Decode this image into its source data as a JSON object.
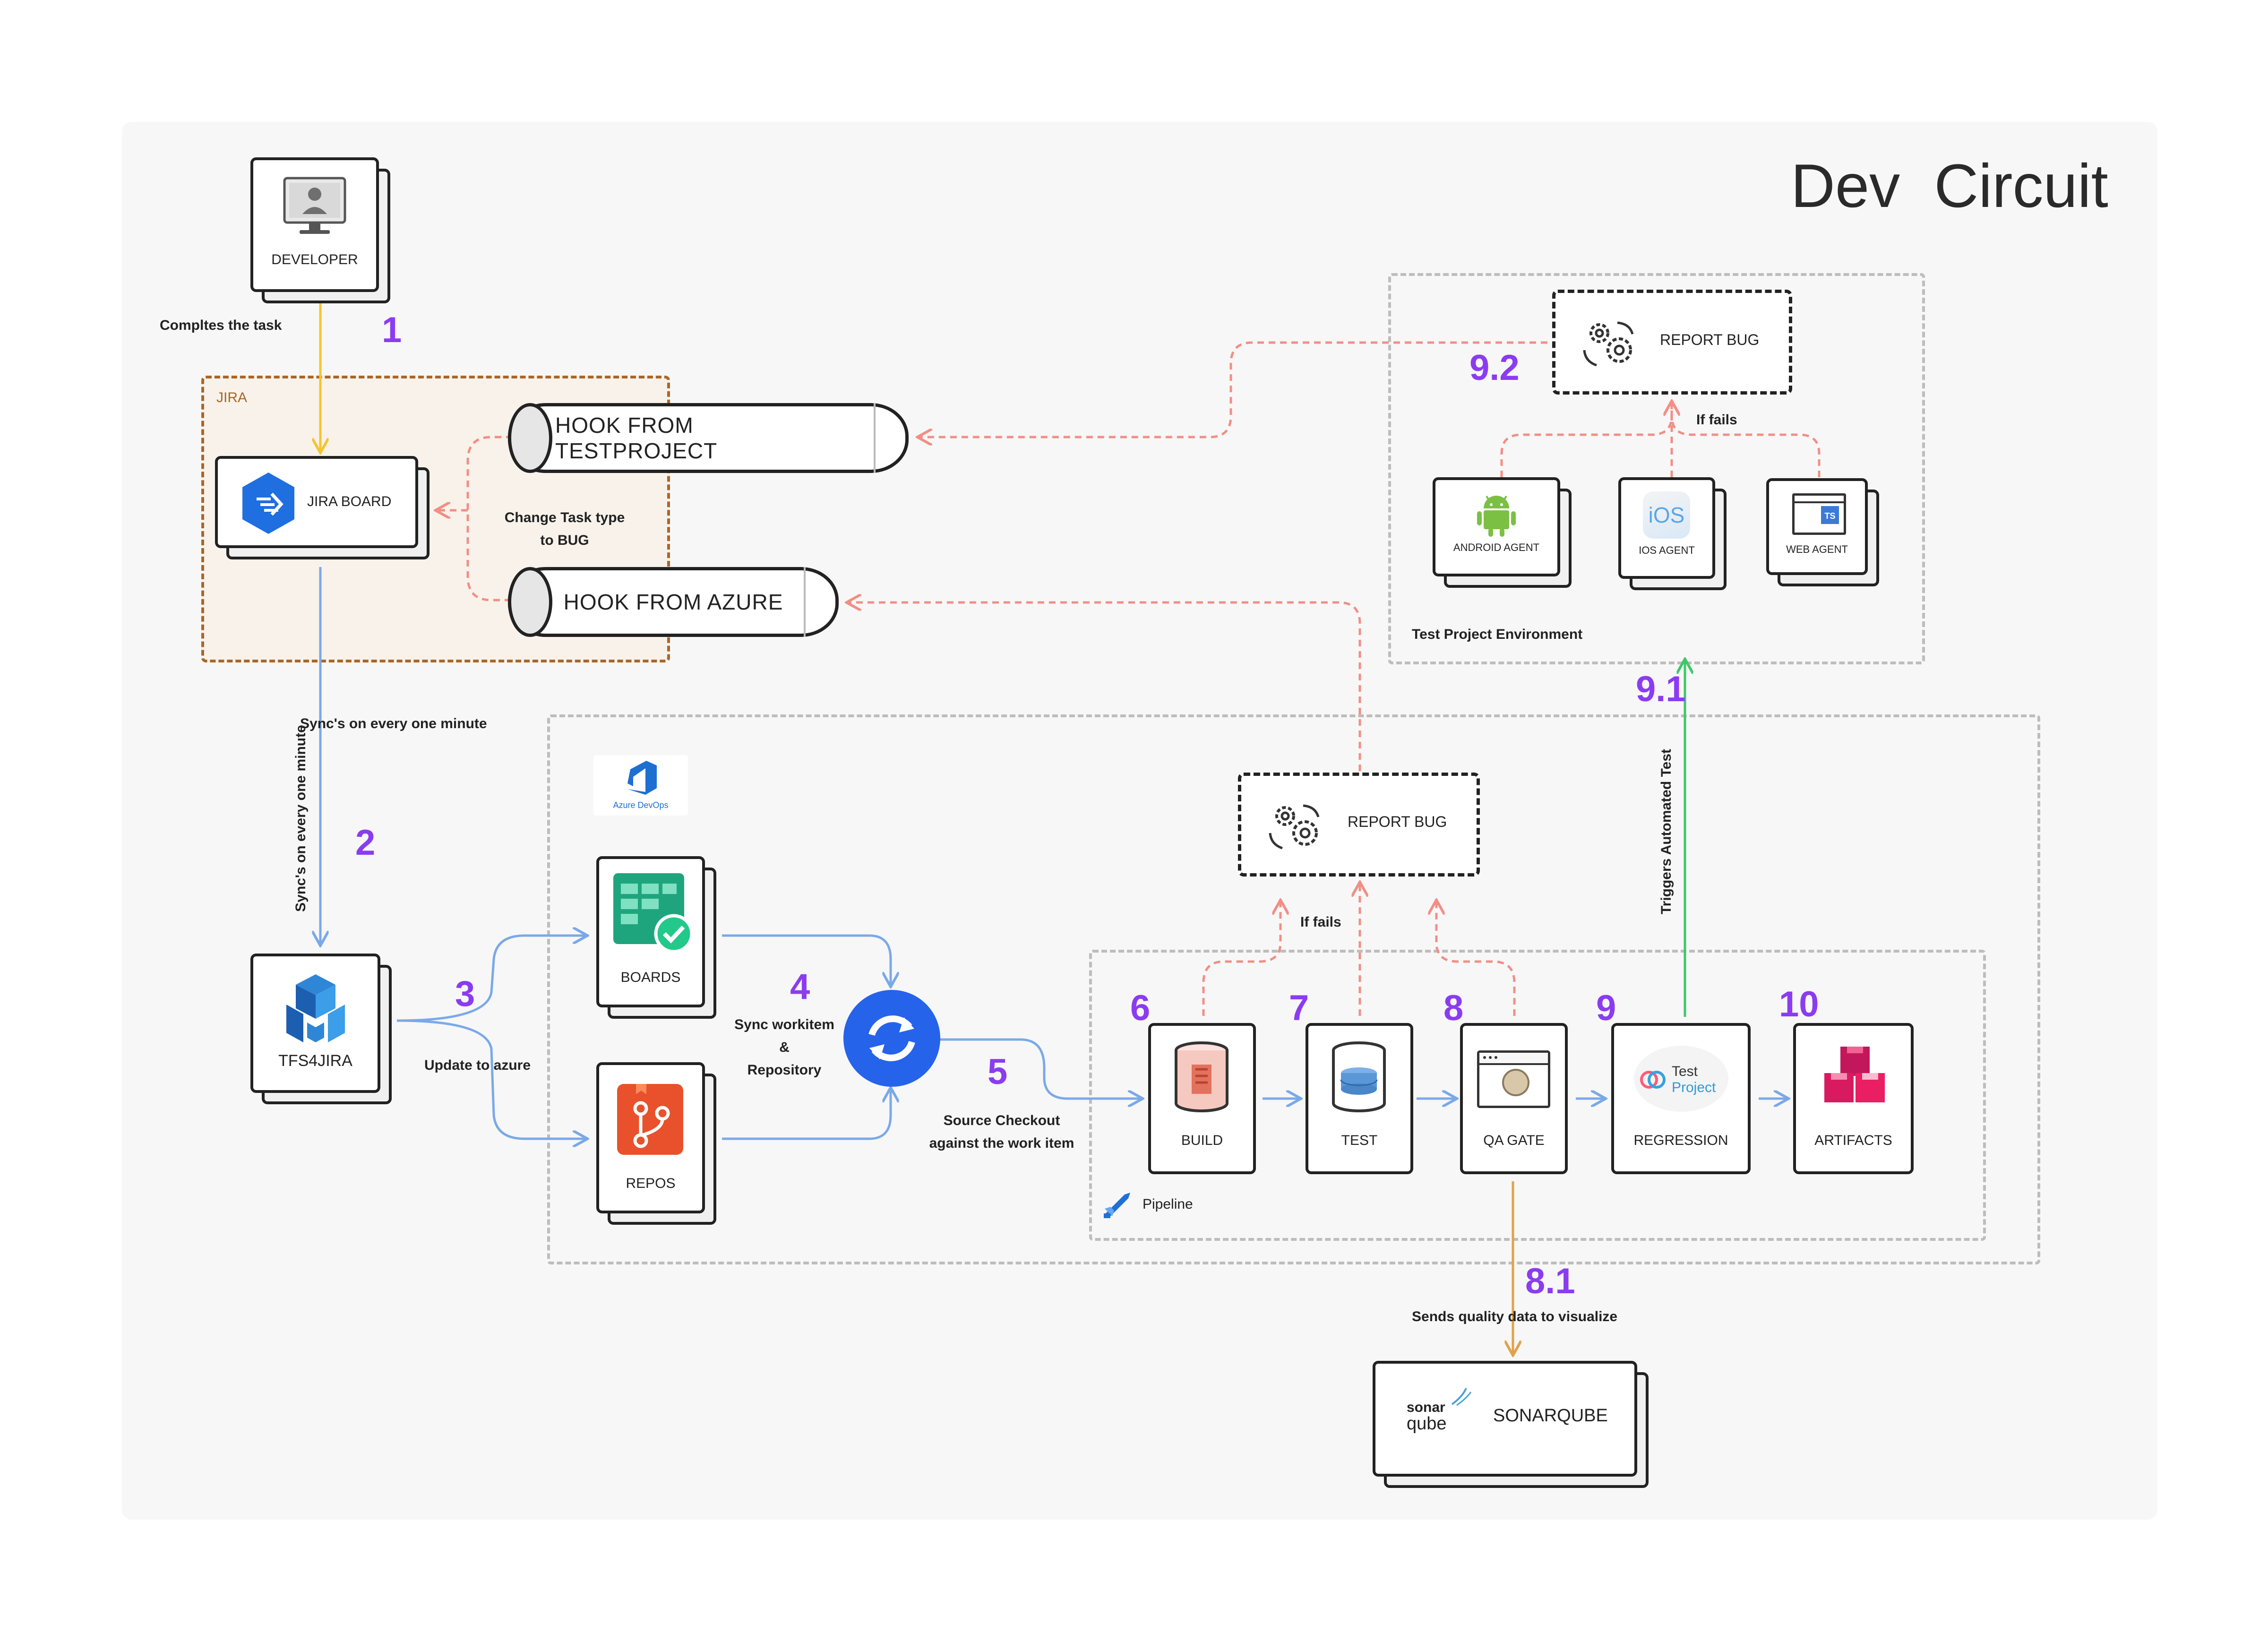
{
  "title": "Dev  Circuit",
  "numbers": {
    "n1": "1",
    "n2": "2",
    "n3": "3",
    "n4": "4",
    "n5": "5",
    "n6": "6",
    "n7": "7",
    "n8": "8",
    "n81": "8.1",
    "n9": "9",
    "n91": "9.1",
    "n92": "9.2",
    "n10": "10"
  },
  "groups": {
    "jira": "JIRA",
    "test_env": "Test Project Environment",
    "pipeline": "Pipeline",
    "azure_devops": "Azure DevOps"
  },
  "nodes": {
    "developer": "DEVELOPER",
    "jira_board": "JIRA BOARD",
    "hook_testproject": "HOOK FROM TESTPROJECT",
    "hook_azure": "HOOK FROM AZURE",
    "tfs4jira": "TFS4JIRA",
    "boards": "BOARDS",
    "repos": "REPOS",
    "report_bug_pipeline": "REPORT BUG",
    "report_bug_test": "REPORT BUG",
    "build": "BUILD",
    "test": "TEST",
    "qa_gate": "QA GATE",
    "regression": "REGRESSION",
    "artifacts": "ARTIFACTS",
    "android_agent": "ANDROID AGENT",
    "ios_agent": "IOS AGENT",
    "web_agent": "WEB AGENT",
    "sonarqube": "SONARQUBE"
  },
  "logo_text": {
    "ios": "iOS",
    "ts": "TS",
    "testproject_1": "Test",
    "testproject_2": "Project",
    "sonar_1": "sonar",
    "sonar_2": "qube"
  },
  "edges": {
    "completes_task": "Compltes the task",
    "syncs": "Sync's on every one minute",
    "update_azure": "Update to azure",
    "sync_workitem_1": "Sync workitem",
    "sync_workitem_2": "&",
    "sync_workitem_3": "Repository",
    "source_checkout_1": "Source Checkout",
    "source_checkout_2": "against the work item",
    "if_fails_pipeline": "If fails",
    "if_fails_test": "If fails",
    "change_task_1": "Change Task type",
    "change_task_2": "to BUG",
    "triggers": "Triggers Automated Test",
    "sends_quality": "Sends quality data to visualize"
  },
  "colors": {
    "number": "#8b3cf0",
    "blue_arrow": "#7aa9e8",
    "red_arrow": "#f08f86",
    "green_arrow": "#3ec76a",
    "yellow_arrow": "#f6c431",
    "orange_arrow": "#e2a24a",
    "jira_border": "#a8672a"
  }
}
